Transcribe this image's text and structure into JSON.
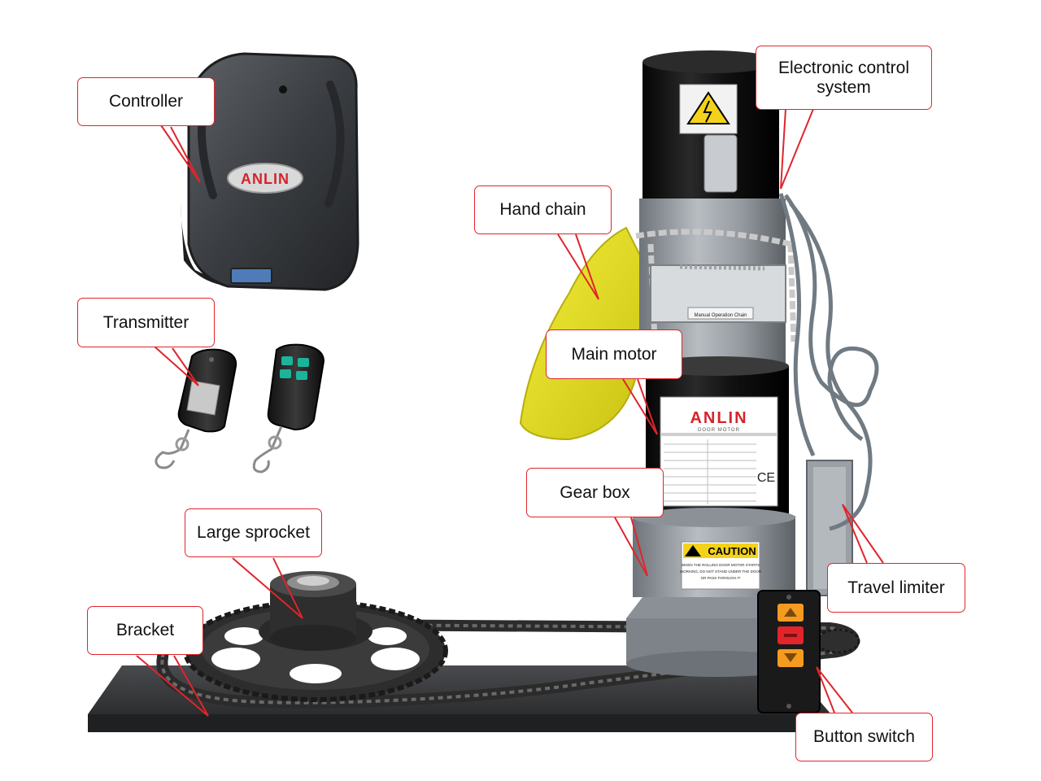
{
  "brand": {
    "controller_logo": "ANLIN",
    "motor_logo": "ANLIN",
    "motor_logo_sub": "DOOR MOTOR",
    "ce_mark": "CE"
  },
  "labels": {
    "controller": "Controller",
    "transmitter": "Transmitter",
    "large_sprocket": "Large sprocket",
    "bracket": "Bracket",
    "hand_chain": "Hand chain",
    "main_motor": "Main motor",
    "gear_box": "Gear box",
    "electronic_control_line1": "Electronic control",
    "electronic_control_line2": "system",
    "travel_limiter": "Travel limiter",
    "button_switch": "Button switch"
  },
  "motor_sticker": {
    "manual_operation": "Manual Operation Chain",
    "caution": "CAUTION",
    "caution_text_1": "WHEN THE ROLLING DOOR MOTOR STARTS",
    "caution_text_2": "WORKING, DO NOT STAND UNDER THE DOOR",
    "caution_text_3": "OR PASS THROUGH IT"
  },
  "colors": {
    "callout_border": "#e0252b",
    "leader_line": "#e0252b",
    "bag_yellow": "#e9e21f",
    "button_orange": "#f59b1f",
    "button_red": "#e3242b",
    "caution_yellow": "#f3d21a",
    "motor_black": "#161616",
    "housing_grey": "#9aa0a6"
  }
}
